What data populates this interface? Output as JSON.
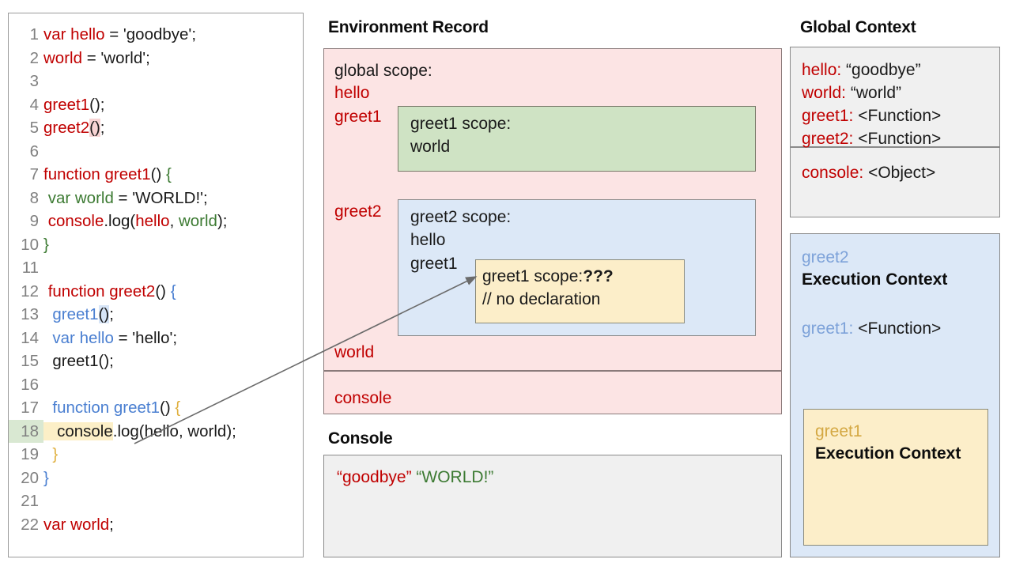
{
  "code_panel": {
    "name": "javascript-source-code",
    "lines": [
      {
        "num": "1",
        "tokens": [
          {
            "t": "var hello",
            "c": "red"
          },
          {
            "t": " = 'goodbye';",
            "c": "dark"
          }
        ]
      },
      {
        "num": "2",
        "tokens": [
          {
            "t": "world",
            "c": "red"
          },
          {
            "t": " = 'world';",
            "c": "dark"
          }
        ]
      },
      {
        "num": "3",
        "tokens": []
      },
      {
        "num": "4",
        "tokens": [
          {
            "t": "greet1",
            "c": "red"
          },
          {
            "t": "();",
            "c": "dark"
          }
        ]
      },
      {
        "num": "5",
        "tokens": [
          {
            "t": "greet2",
            "c": "red"
          },
          {
            "t": "()",
            "c": "dark",
            "hl": "pink"
          },
          {
            "t": ";",
            "c": "dark"
          }
        ]
      },
      {
        "num": "6",
        "tokens": []
      },
      {
        "num": "7",
        "tokens": [
          {
            "t": "function greet1",
            "c": "red"
          },
          {
            "t": "() ",
            "c": "dark"
          },
          {
            "t": "{",
            "c": "green"
          }
        ]
      },
      {
        "num": "8",
        "tokens": [
          {
            "t": " var world",
            "c": "green"
          },
          {
            "t": " = 'WORLD!';",
            "c": "dark"
          }
        ]
      },
      {
        "num": "9",
        "tokens": [
          {
            "t": " console",
            "c": "red"
          },
          {
            "t": ".log(",
            "c": "dark"
          },
          {
            "t": "hello",
            "c": "red"
          },
          {
            "t": ", ",
            "c": "dark"
          },
          {
            "t": "world",
            "c": "green"
          },
          {
            "t": ");",
            "c": "dark"
          }
        ]
      },
      {
        "num": "10",
        "tokens": [
          {
            "t": "}",
            "c": "green"
          }
        ]
      },
      {
        "num": "11",
        "tokens": []
      },
      {
        "num": "12",
        "tokens": [
          {
            "t": " function greet2",
            "c": "red"
          },
          {
            "t": "() ",
            "c": "dark"
          },
          {
            "t": "{",
            "c": "blue"
          }
        ]
      },
      {
        "num": "13",
        "tokens": [
          {
            "t": "  greet1",
            "c": "blue"
          },
          {
            "t": "()",
            "c": "dark",
            "hl": "blue"
          },
          {
            "t": ";",
            "c": "dark"
          }
        ]
      },
      {
        "num": "14",
        "tokens": [
          {
            "t": "  var hello",
            "c": "blue"
          },
          {
            "t": " = 'hello';",
            "c": "dark"
          }
        ]
      },
      {
        "num": "15",
        "tokens": [
          {
            "t": "  greet1();",
            "c": "dark"
          }
        ]
      },
      {
        "num": "16",
        "tokens": []
      },
      {
        "num": "17",
        "tokens": [
          {
            "t": "  function greet1",
            "c": "blue"
          },
          {
            "t": "() ",
            "c": "dark"
          },
          {
            "t": "{",
            "c": "yellow"
          }
        ]
      },
      {
        "num": "18",
        "tokens": [
          {
            "t": "   console",
            "c": "dark",
            "hl": "yellow"
          },
          {
            "t": ".log(hello, world);",
            "c": "dark"
          }
        ],
        "line_hl": true
      },
      {
        "num": "19",
        "tokens": [
          {
            "t": "  }",
            "c": "yellow"
          }
        ]
      },
      {
        "num": "20",
        "tokens": [
          {
            "t": "}",
            "c": "blue"
          }
        ]
      },
      {
        "num": "21",
        "tokens": []
      },
      {
        "num": "22",
        "tokens": [
          {
            "t": "var world",
            "c": "red"
          },
          {
            "t": ";",
            "c": "dark"
          }
        ]
      }
    ]
  },
  "environment_record": {
    "title": "Environment Record",
    "global_scope_label": "global scope:",
    "global_vars": [
      "hello",
      "greet1",
      "greet2",
      "world"
    ],
    "console_entry": "console",
    "greet1_scope": {
      "title": "greet1 scope:",
      "vars": [
        "world"
      ]
    },
    "greet2_scope": {
      "title": "greet2 scope:",
      "vars": [
        "hello",
        "greet1"
      ],
      "inner_greet1_scope": {
        "title": "greet1 scope:",
        "unknown_marker": "???",
        "comment": "// no declaration"
      }
    }
  },
  "console_panel": {
    "title": "Console",
    "output_first": "“goodbye”",
    "output_second": "“WORLD!”"
  },
  "global_context": {
    "title": "Global Context",
    "bindings": [
      {
        "key": "hello:",
        "value": "“goodbye”"
      },
      {
        "key": "world:",
        "value": "“world”"
      },
      {
        "key": "greet1:",
        "value": "<Function>"
      },
      {
        "key": "greet2:",
        "value": "<Function>"
      }
    ],
    "object_binding": {
      "key": "console:",
      "value": "<Object>"
    }
  },
  "greet2_execution_context": {
    "name": "greet2",
    "label": "Execution Context",
    "binding": {
      "key": "greet1:",
      "value": "<Function>"
    },
    "greet1_execution_context": {
      "name": "greet1",
      "label": "Execution Context"
    }
  },
  "colors": {
    "red": "#c00000",
    "green": "#3c7a32",
    "blue": "#4a7fd1",
    "gold": "#d4a843",
    "pink_panel": "#fce4e4",
    "green_panel": "#cfe3c4",
    "blue_panel": "#dce8f7",
    "yellow_panel": "#fceec9",
    "gray_panel": "#f0f0f0"
  }
}
